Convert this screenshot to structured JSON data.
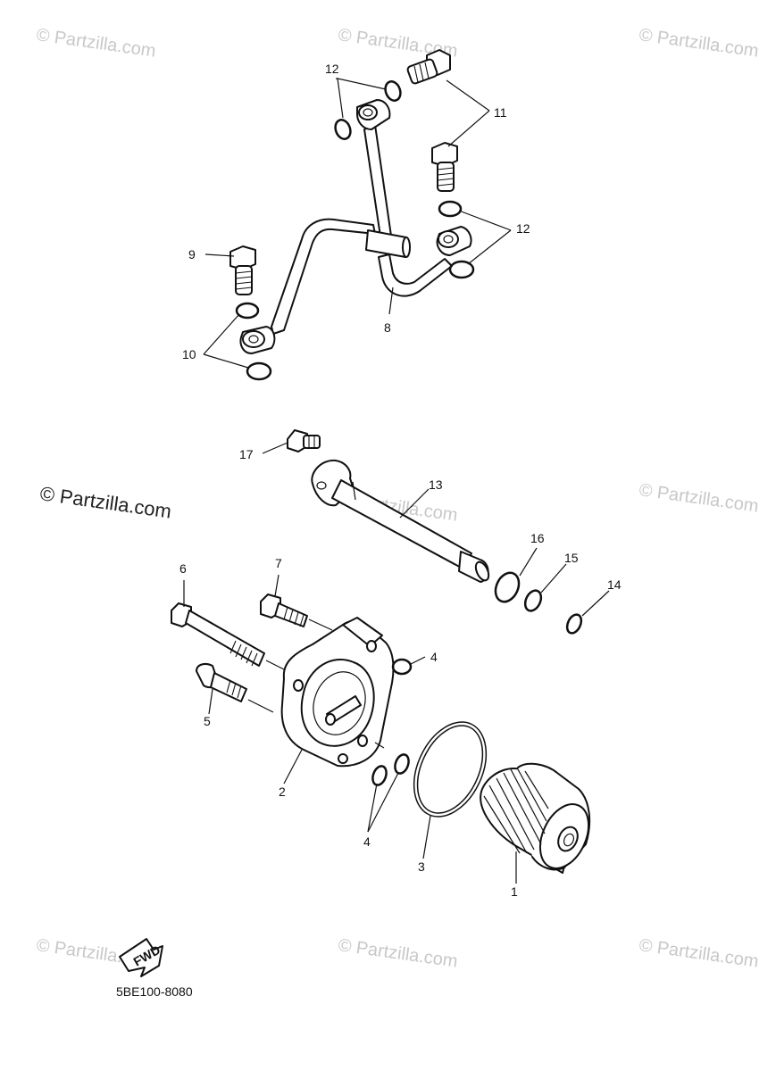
{
  "diagram": {
    "code": "5BE100-8080",
    "fwd_label": "FWD",
    "watermark_main": "© Partzilla.com",
    "watermark_faint": "© Partzilla.com",
    "callouts": {
      "c1": "1",
      "c2": "2",
      "c3": "3",
      "c4a": "4",
      "c4b": "4",
      "c5": "5",
      "c6": "6",
      "c7": "7",
      "c8": "8",
      "c9": "9",
      "c10": "10",
      "c11": "11",
      "c12a": "12",
      "c12b": "12",
      "c13": "13",
      "c14": "14",
      "c15": "15",
      "c16": "16",
      "c17": "17"
    }
  }
}
